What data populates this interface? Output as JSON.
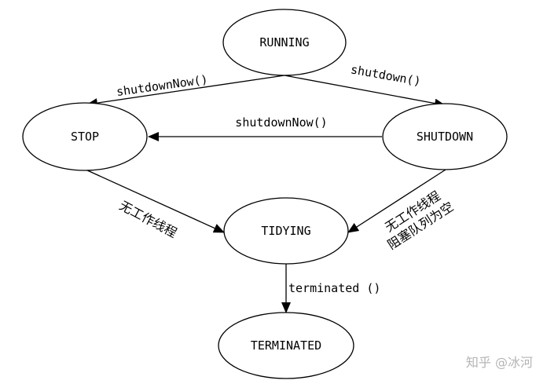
{
  "nodes": {
    "running": "RUNNING",
    "stop": "STOP",
    "shutdown": "SHUTDOWN",
    "tidying": "TIDYING",
    "terminated": "TERMINATED"
  },
  "edges": {
    "running_to_stop": "shutdownNow()",
    "running_to_shutdown": "shutdown()",
    "shutdown_to_stop": "shutdownNow()",
    "stop_to_tidying": "无工作线程",
    "shutdown_to_tidying_line1": "无工作线程",
    "shutdown_to_tidying_line2": "阻塞队列为空",
    "tidying_to_terminated": "terminated ()"
  },
  "watermark": "知乎 @冰河"
}
